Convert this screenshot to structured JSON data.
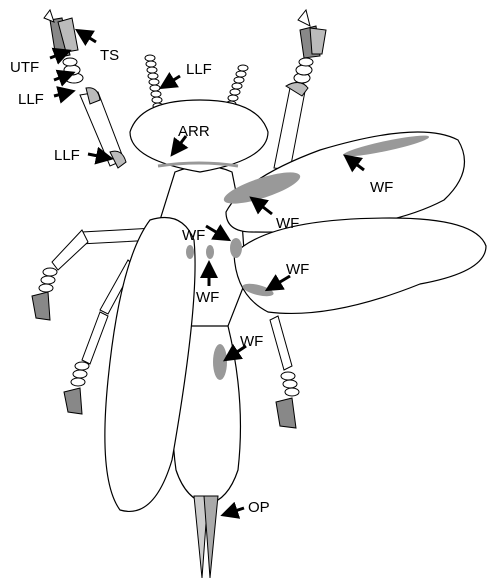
{
  "labels": {
    "ts": "TS",
    "utf": "UTF",
    "llf_left": "LLF",
    "llf_antenna": "LLF",
    "llf_femur": "LLF",
    "arr": "ARR",
    "wf_right_top": "WF",
    "wf_right_mid": "WF",
    "wf_center": "WF",
    "wf_center_below": "WF",
    "wf_right_lower": "WF",
    "wf_abdomen": "WF",
    "op": "OP"
  },
  "colors": {
    "outline": "#000000",
    "body_fill": "#ffffff",
    "gland_fill": "#999999",
    "leg_fill": "#888888",
    "arrow": "#000000"
  }
}
